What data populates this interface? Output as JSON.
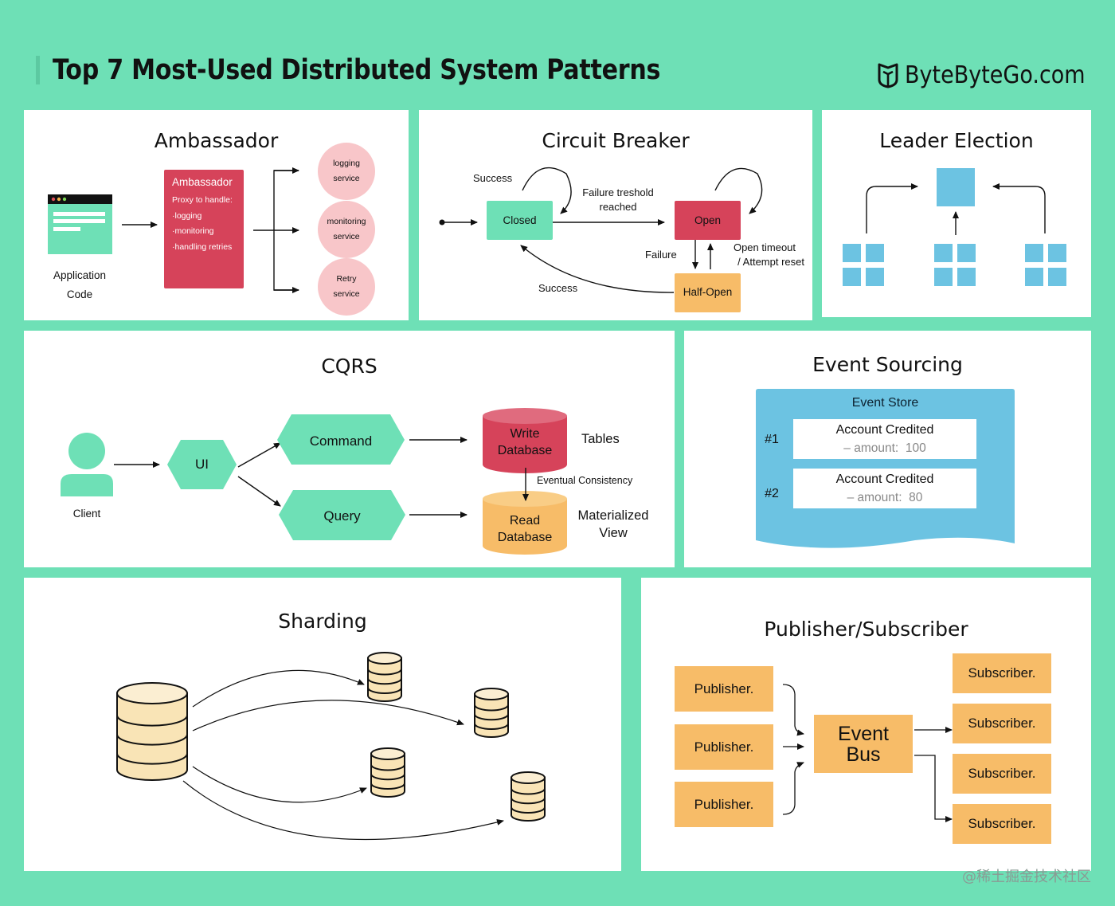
{
  "header": {
    "title": "Top 7 Most-Used Distributed System Patterns",
    "brand": "ByteByteGo.com",
    "brand_icon": "bytebytego-logo-icon"
  },
  "colors": {
    "background": "#6ee0b6",
    "green": "#6ee0b6",
    "red": "#d6435a",
    "pink": "#f8c6c9",
    "orange": "#f7bc68",
    "blue": "#6cc3e2",
    "db_fill": "#f9e4b6"
  },
  "ambassador": {
    "title": "Ambassador",
    "app_label_line1": "Application",
    "app_label_line2": "Code",
    "proxy_title": "Ambassador",
    "proxy_lines": [
      "Proxy to handle:",
      "·logging",
      "·monitoring",
      "·handling retries"
    ],
    "services": [
      {
        "line1": "logging",
        "line2": "service"
      },
      {
        "line1": "monitoring",
        "line2": "service"
      },
      {
        "line1": "Retry",
        "line2": "service"
      }
    ]
  },
  "circuit_breaker": {
    "title": "Circuit Breaker",
    "states": {
      "closed": "Closed",
      "open": "Open",
      "half_open": "Half-Open"
    },
    "labels": {
      "success_loop": "Success",
      "failure_threshold_line1": "Failure treshold",
      "failure_threshold_line2": "reached",
      "failure": "Failure",
      "timeout_line1": "Open timeout",
      "timeout_line2": "/ Attempt reset",
      "success_return": "Success"
    }
  },
  "leader_election": {
    "title": "Leader Election",
    "follower_groups": 3
  },
  "cqrs": {
    "title": "CQRS",
    "client": "Client",
    "ui": "UI",
    "command": "Command",
    "query": "Query",
    "write_db_line1": "Write",
    "write_db_line2": "Database",
    "read_db_line1": "Read",
    "read_db_line2": "Database",
    "tables": "Tables",
    "eventual": "Eventual Consistency",
    "materialized_line1": "Materialized",
    "materialized_line2": "View"
  },
  "event_sourcing": {
    "title": "Event Sourcing",
    "store_title": "Event Store",
    "events": [
      {
        "index": "#1",
        "name": "Account Credited",
        "detail": "– amount:  100"
      },
      {
        "index": "#2",
        "name": "Account Credited",
        "detail": "– amount:  80"
      }
    ]
  },
  "sharding": {
    "title": "Sharding",
    "shard_count": 4
  },
  "pubsub": {
    "title": "Publisher/Subscriber",
    "publishers": [
      "Publisher.",
      "Publisher.",
      "Publisher."
    ],
    "bus_line1": "Event",
    "bus_line2": "Bus",
    "subscribers": [
      "Subscriber.",
      "Subscriber.",
      "Subscriber.",
      "Subscriber."
    ]
  },
  "watermark": "@稀土掘金技术社区"
}
